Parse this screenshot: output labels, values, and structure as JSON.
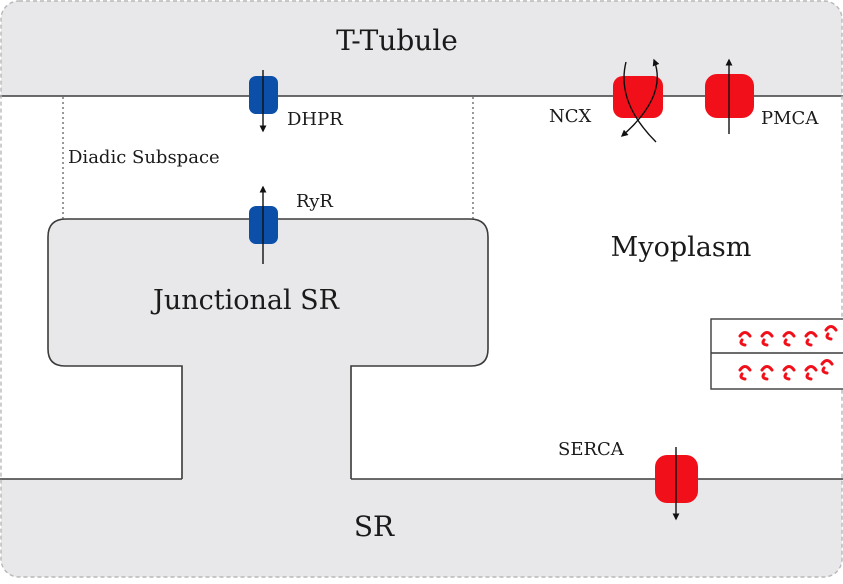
{
  "regions": {
    "t_tubule": "T-Tubule",
    "sr": "SR",
    "junctional_sr": "Junctional SR",
    "myoplasm": "Myoplasm",
    "diadic_subspace": "Diadic Subspace"
  },
  "channels": {
    "dhpr": "DHPR",
    "ryr": "RyR",
    "ncx": "NCX",
    "pmca": "PMCA",
    "serca": "SERCA"
  },
  "colors": {
    "membrane_fill": "#e8e8ea",
    "outline": "#3c3c3c",
    "dashed_border": "#b8b8b8",
    "channel_blue": "#0b4fa8",
    "pump_red": "#f10f1a",
    "arrow": "#111111"
  },
  "icons": {
    "dhpr": "blue-channel-icon",
    "ryr": "blue-channel-icon",
    "ncx": "red-exchanger-icon",
    "pmca": "red-pump-icon",
    "serca": "red-pump-icon",
    "myofilaments": "myofilament-icon"
  }
}
